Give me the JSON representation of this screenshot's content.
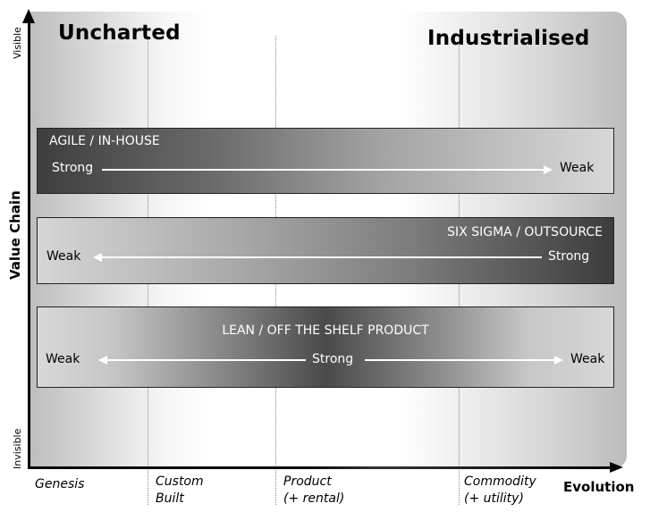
{
  "map": {
    "headings": {
      "left": "Uncharted",
      "right": "Industrialised"
    },
    "y_axis": {
      "label": "Value Chain",
      "top": "Visible",
      "bottom": "Invisible"
    },
    "x_axis": {
      "label": "Evolution",
      "stages": [
        {
          "line1": "Genesis",
          "line2": ""
        },
        {
          "line1": "Custom",
          "line2": "Built"
        },
        {
          "line1": "Product",
          "line2": "(+ rental)"
        },
        {
          "line1": "Commodity",
          "line2": "(+ utility)"
        }
      ]
    },
    "bands": [
      {
        "title": "AGILE / IN-HOUSE",
        "left_label": "Strong",
        "right_label": "Weak",
        "direction": "left-to-right"
      },
      {
        "title": "SIX  SIGMA / OUTSOURCE",
        "left_label": "Weak",
        "right_label": "Strong",
        "direction": "right-to-left"
      },
      {
        "title": "LEAN / OFF THE SHELF PRODUCT",
        "left_label": "Weak",
        "center_label": "Strong",
        "right_label": "Weak",
        "direction": "center-outward"
      }
    ],
    "colors": {
      "axis": "#000000",
      "band_dark": "#3f3f3f",
      "band_light": "#dadada",
      "arrow": "#ffffff"
    }
  }
}
